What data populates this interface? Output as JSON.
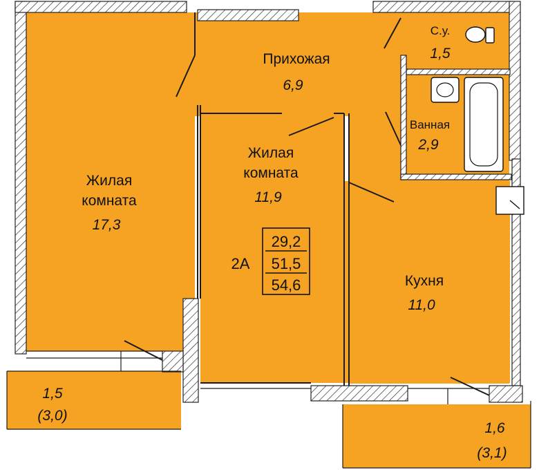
{
  "colors": {
    "floor": "#F6A324",
    "wall_stroke": "#222222",
    "text": "#111111"
  },
  "apartment": {
    "code": "2A",
    "living_area": "29,2",
    "total_area": "51,5",
    "area_with_balconies": "54,6"
  },
  "rooms": {
    "living_room_1": {
      "name_line1": "Жилая",
      "name_line2": "комната",
      "area": "17,3"
    },
    "hallway": {
      "name": "Прихожая",
      "area": "6,9"
    },
    "living_room_2": {
      "name_line1": "Жилая",
      "name_line2": "комната",
      "area": "11,9"
    },
    "wc": {
      "name": "С.у.",
      "area": "1,5"
    },
    "bathroom": {
      "name": "Ванная",
      "area": "2,9"
    },
    "kitchen": {
      "name": "Кухня",
      "area": "11,0"
    },
    "balcony_left": {
      "area": "1,5",
      "area_full": "(3,0)"
    },
    "balcony_right": {
      "area": "1,6",
      "area_full": "(3,1)"
    }
  },
  "icons": [
    "toilet-icon",
    "sink-icon",
    "bathtub-icon",
    "ventilation-shaft-icon"
  ]
}
